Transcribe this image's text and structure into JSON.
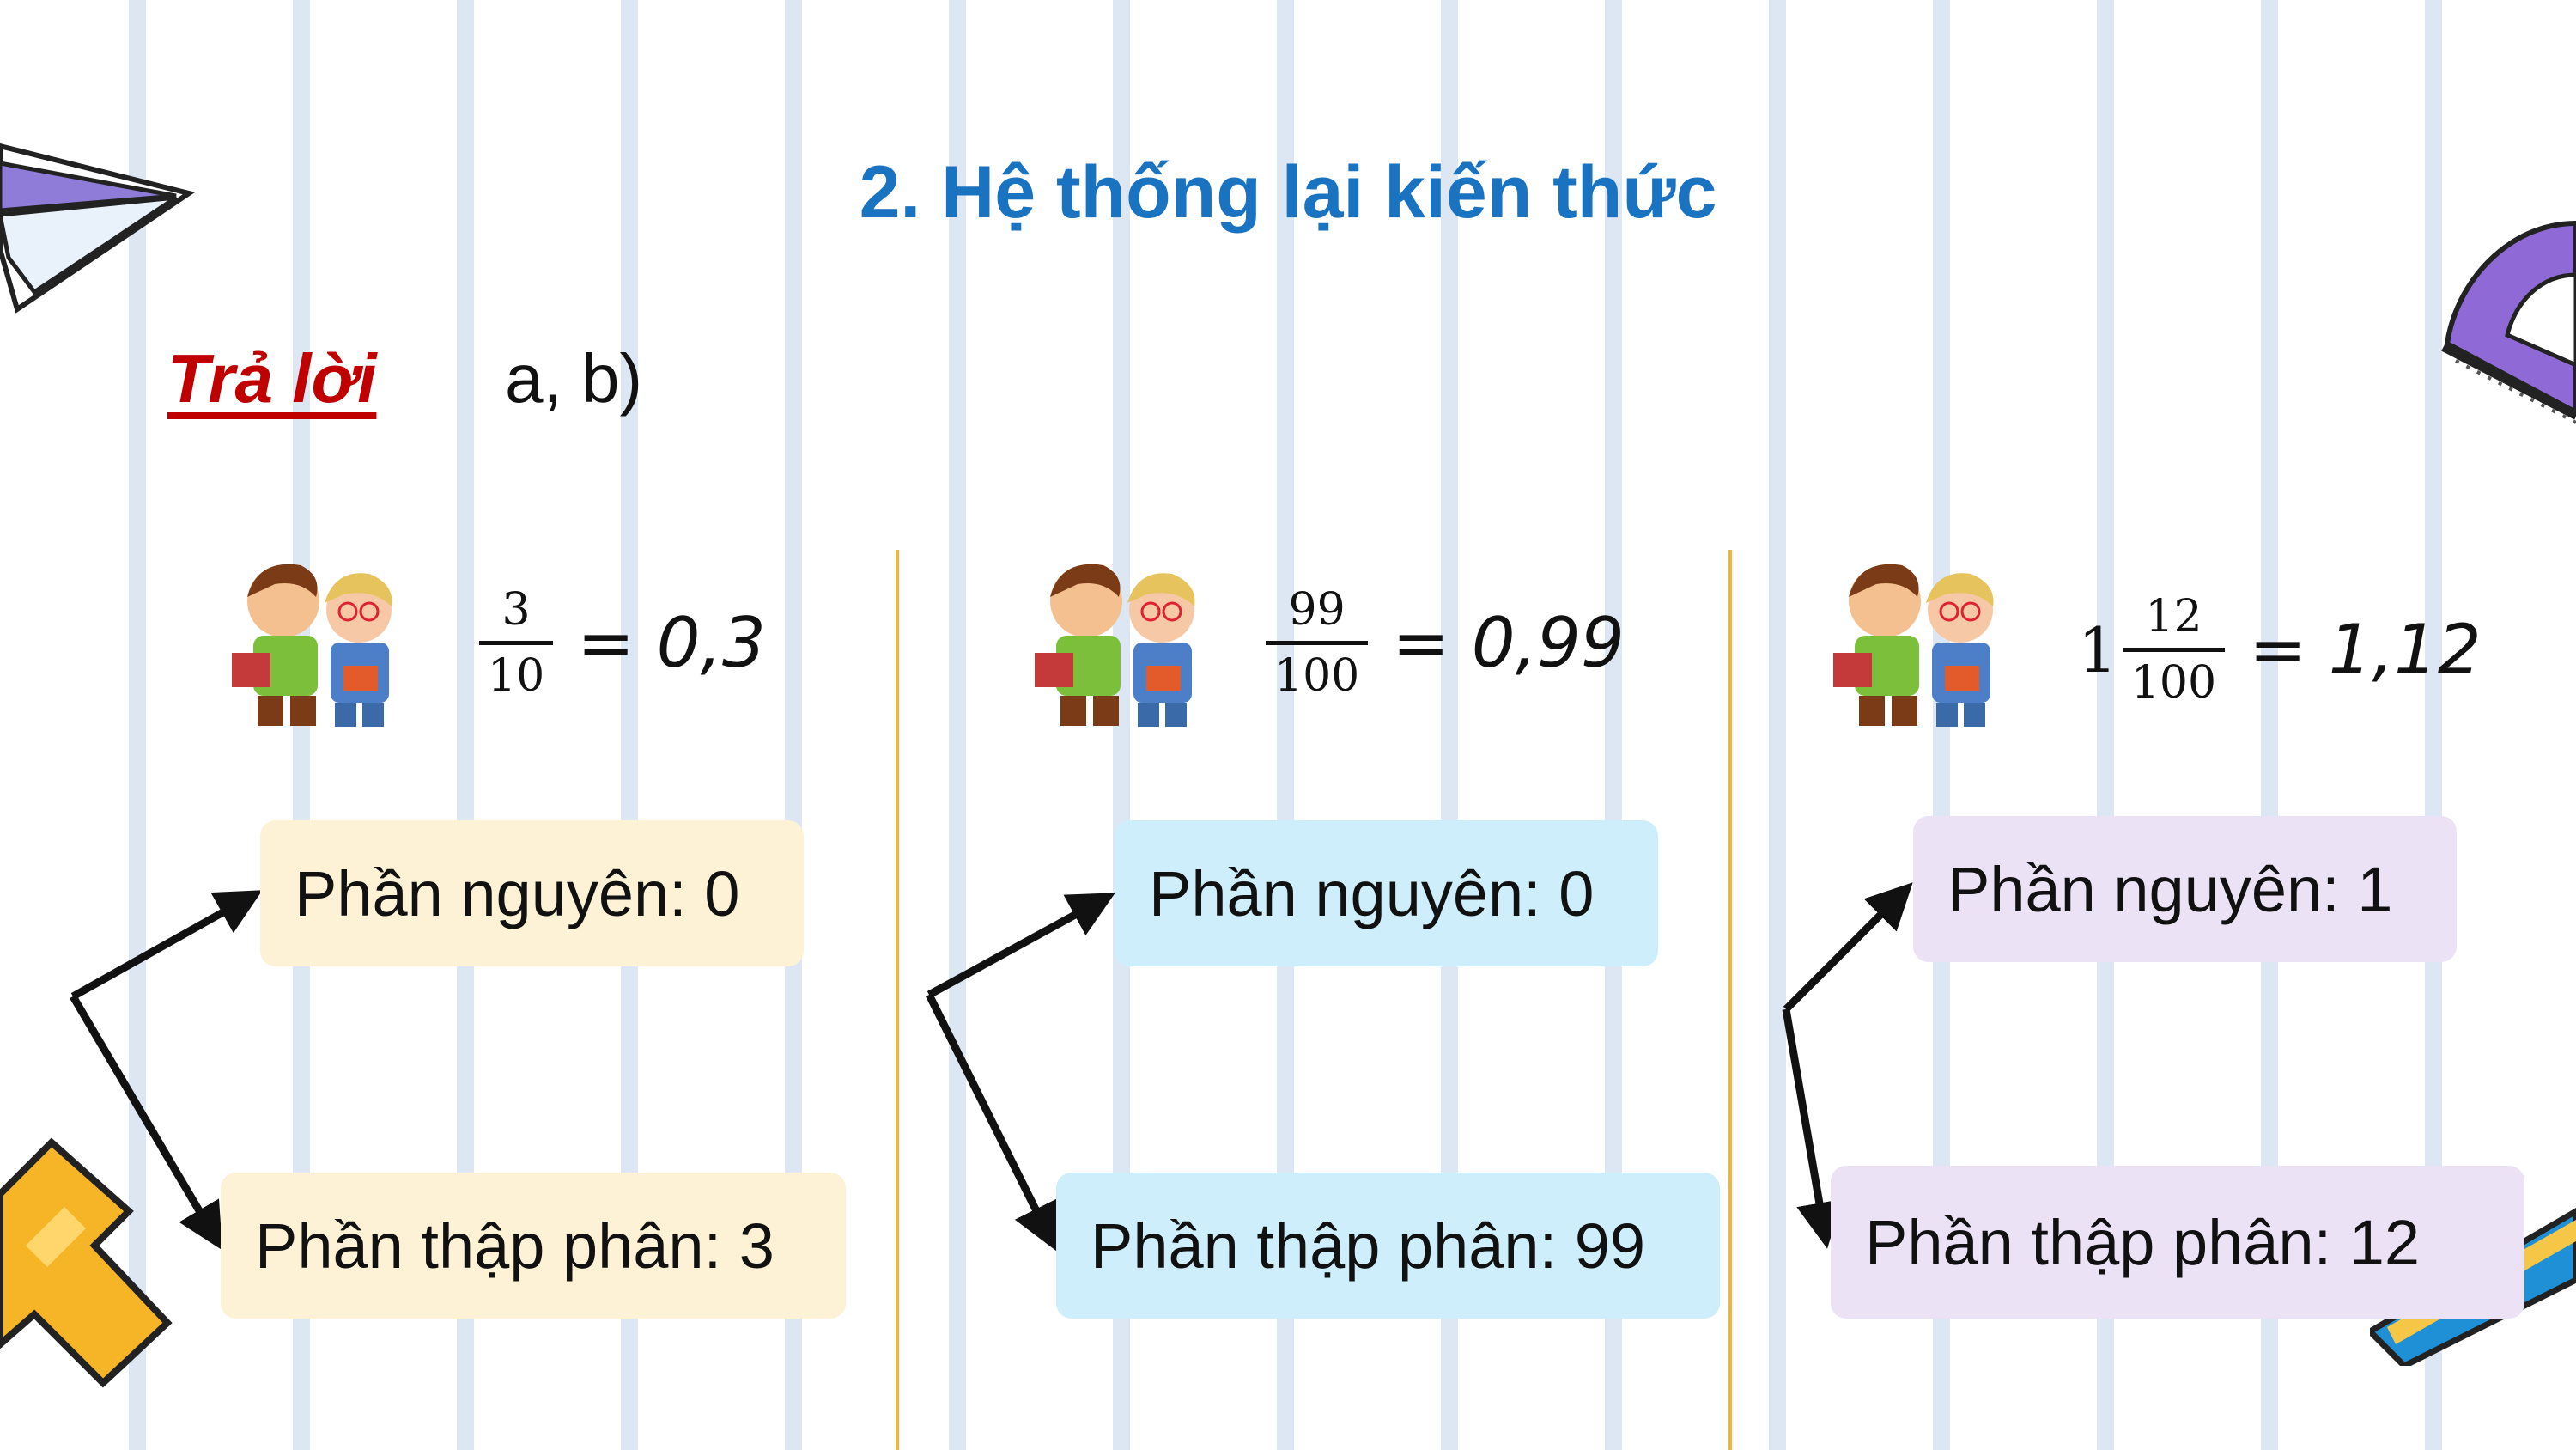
{
  "title": "2. Hệ thống lại kiến thức",
  "answer_label": "Trả lời",
  "answer_parts": "a, b)",
  "columns": [
    {
      "whole": "",
      "numerator": "3",
      "denominator": "10",
      "equals": "= 0,3",
      "integer_part": "Phần nguyên: 0",
      "decimal_part": "Phần thập phân: 3"
    },
    {
      "whole": "",
      "numerator": "99",
      "denominator": "100",
      "equals": "= 0,99",
      "integer_part": "Phần nguyên: 0",
      "decimal_part": "Phần thập phân: 99"
    },
    {
      "whole": "1",
      "numerator": "12",
      "denominator": "100",
      "equals": "= 1,12",
      "integer_part": "Phần nguyên: 1",
      "decimal_part": "Phần thập phân: 12"
    }
  ],
  "colors": {
    "title": "#1a73c0",
    "answer_label": "#c00000",
    "divider": "#f0b43c",
    "box_1": "#fdf1d6",
    "box_2": "#cdeefa",
    "box_3": "#ebe2f6"
  }
}
